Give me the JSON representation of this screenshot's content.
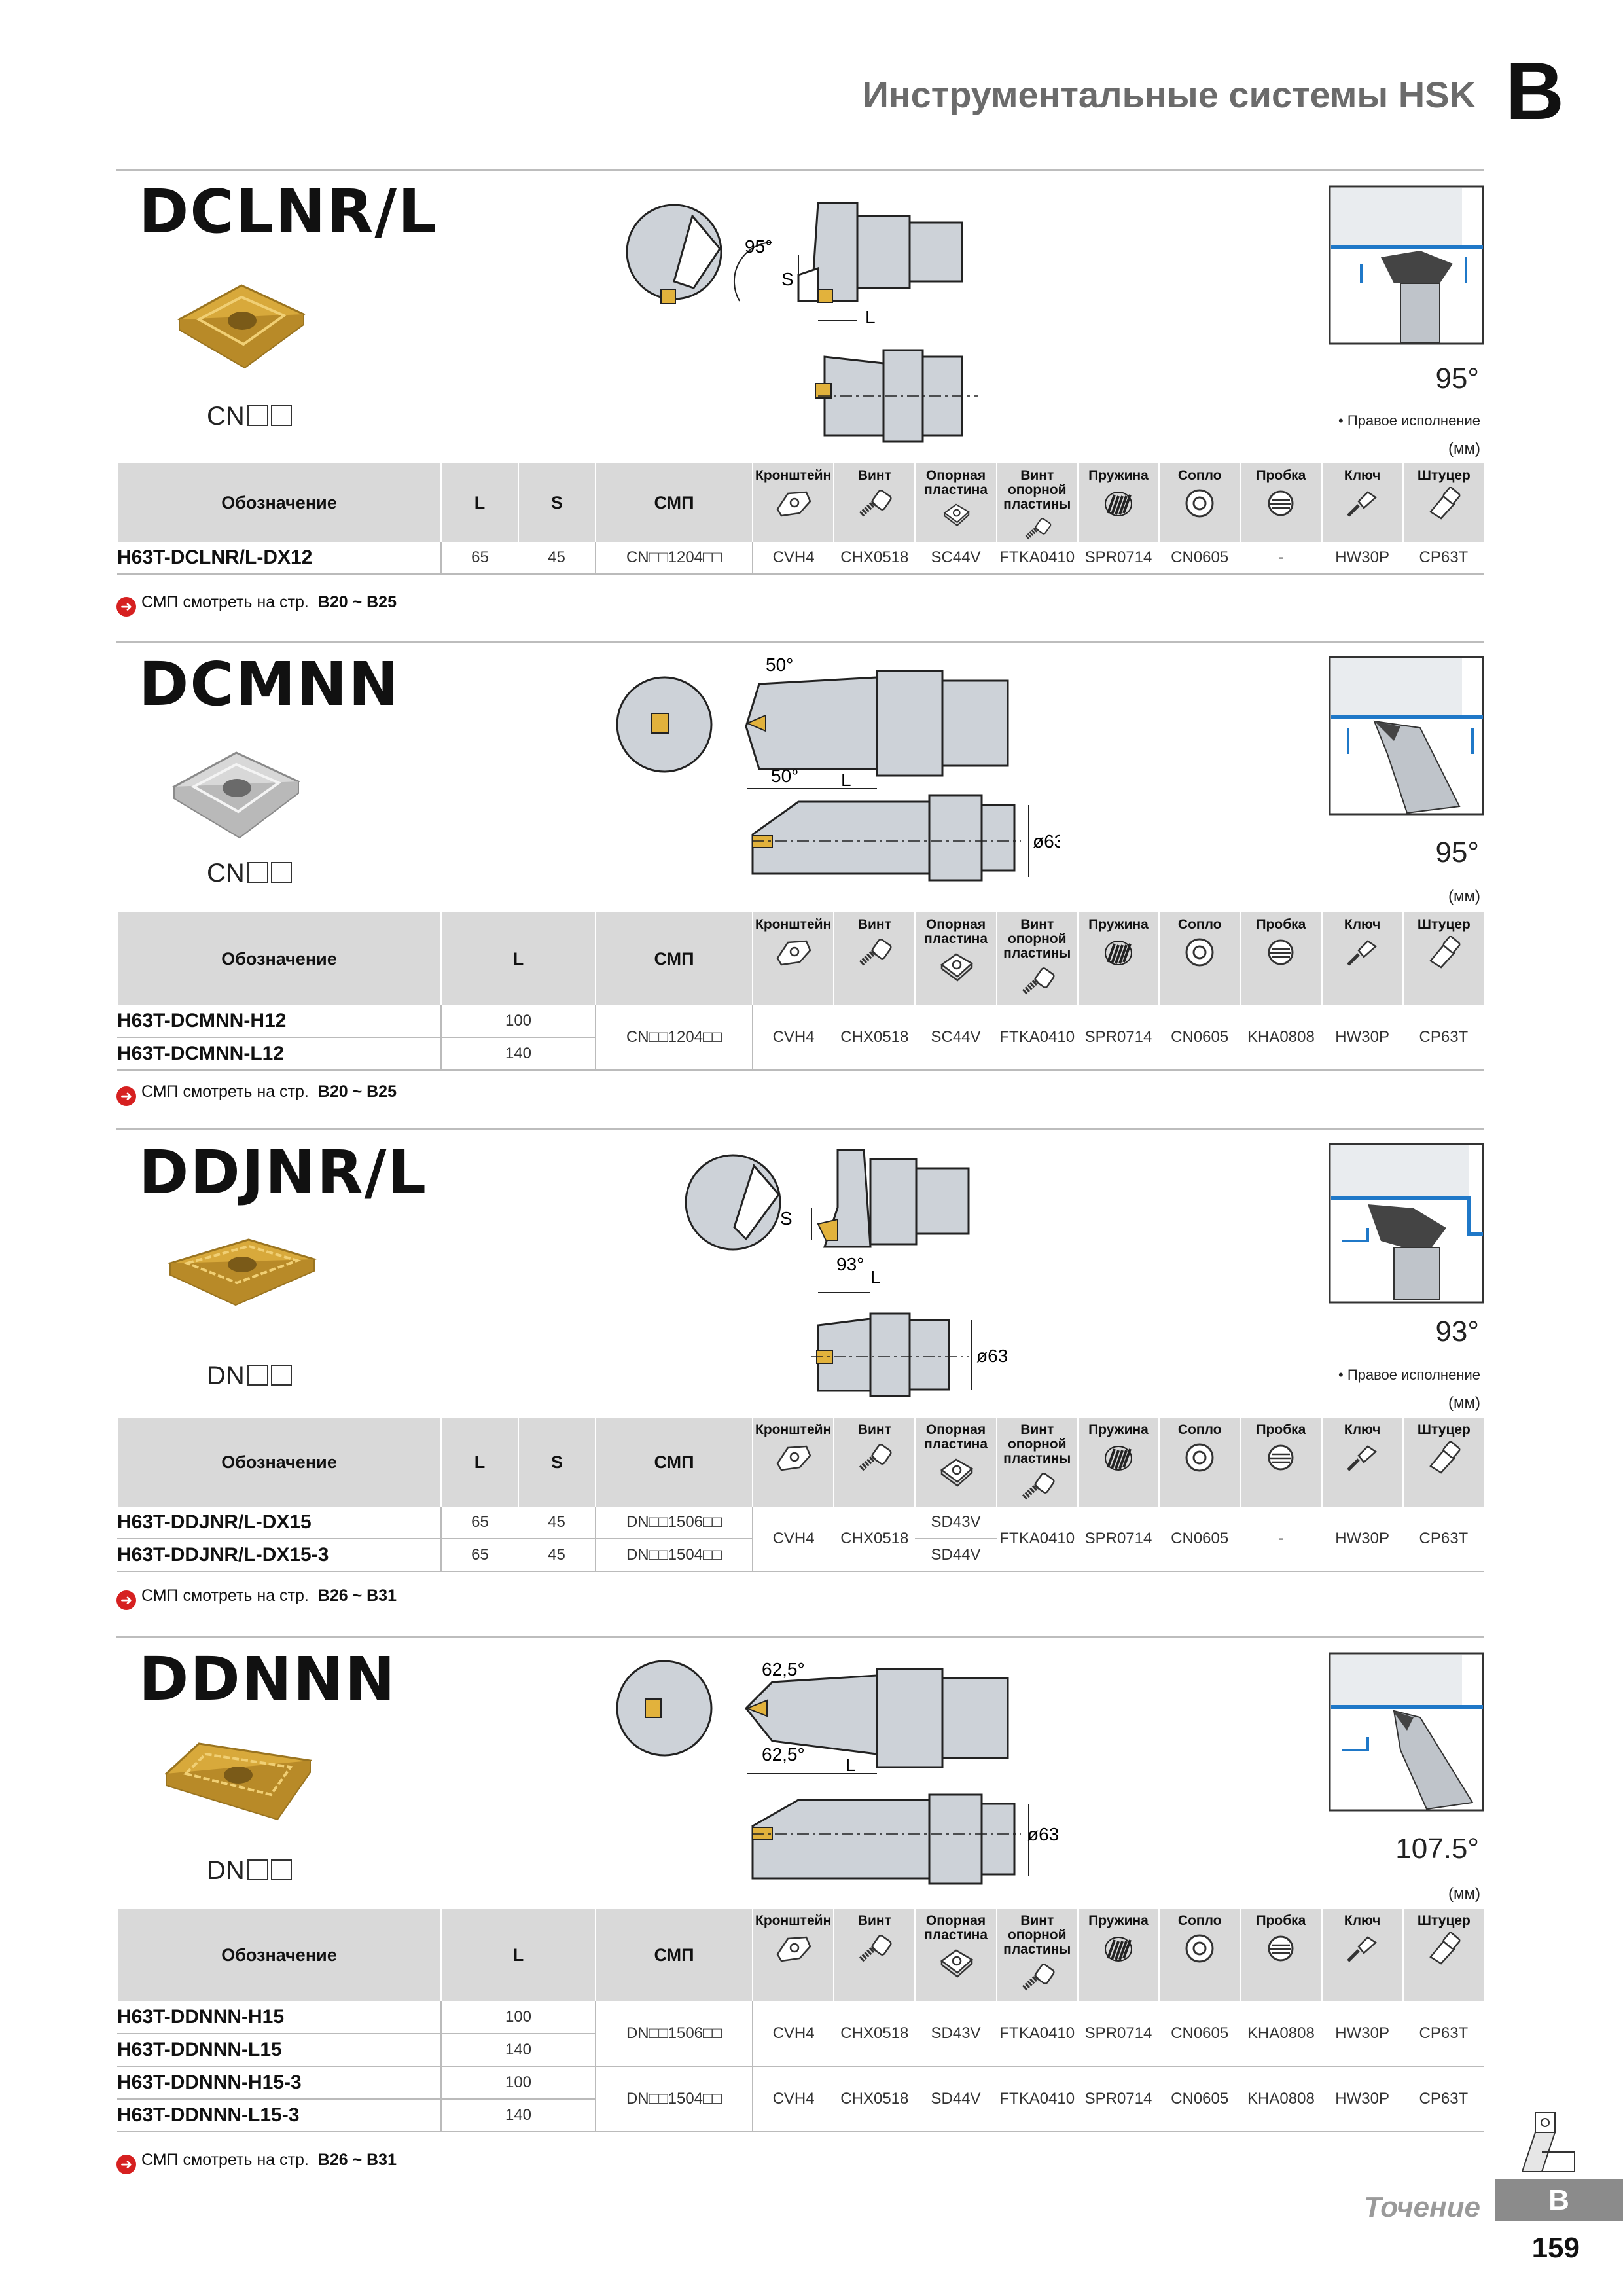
{
  "header": {
    "title": "Инструментальные системы HSK",
    "letter": "B"
  },
  "accessories_header": [
    "Кронштейн",
    "Винт",
    "Опорная пластина",
    "Винт опорной пластины",
    "Пружина",
    "Сопло",
    "Пробка",
    "Ключ",
    "Штуцер"
  ],
  "labels": {
    "designation": "Обозначение",
    "L": "L",
    "S": "S",
    "smp": "СМП",
    "mm": "(мм)",
    "right_version": "• Правое исполнение",
    "diameter": "ø63"
  },
  "sections": [
    {
      "code": "DCLNR/L",
      "insert": "CN",
      "angle": "95°",
      "note": "• Правое исполнение",
      "rows": [
        {
          "name": "H63T-DCLNR/L-DX12",
          "L": "65",
          "S": "45",
          "smp": "CN□□1204□□",
          "acc": [
            "CVH4",
            "CHX0518",
            "SC44V",
            "FTKA0410",
            "SPR0714",
            "CN0605",
            "-",
            "HW30P",
            "CP63T"
          ]
        }
      ],
      "ref": {
        "text": "СМП смотреть на стр.",
        "range": "B20 ~ B25"
      },
      "dims": {
        "a1": "95°",
        "s": "S",
        "l": "L"
      }
    },
    {
      "code": "DCMNN",
      "insert": "CN",
      "angle": "95°",
      "rows": [
        {
          "name": "H63T-DCMNN-H12",
          "L": "100"
        },
        {
          "name": "H63T-DCMNN-L12",
          "L": "140"
        }
      ],
      "group": {
        "smp": "CN□□1204□□",
        "acc": [
          "CVH4",
          "CHX0518",
          "SC44V",
          "FTKA0410",
          "SPR0714",
          "CN0605",
          "KHA0808",
          "HW30P",
          "CP63T"
        ]
      },
      "ref": {
        "text": "СМП смотреть на стр.",
        "range": "B20 ~ B25"
      },
      "dims": {
        "a1": "50°",
        "a2": "50°",
        "l": "L"
      }
    },
    {
      "code": "DDJNR/L",
      "insert": "DN",
      "angle": "93°",
      "note": "• Правое исполнение",
      "rows": [
        {
          "name": "H63T-DDJNR/L-DX15",
          "L": "65",
          "S": "45",
          "smp": "DN□□1506□□",
          "plate": "SD43V"
        },
        {
          "name": "H63T-DDJNR/L-DX15-3",
          "L": "65",
          "S": "45",
          "smp": "DN□□1504□□",
          "plate": "SD44V"
        }
      ],
      "group": {
        "acc": [
          "CVH4",
          "CHX0518",
          "",
          "FTKA0410",
          "SPR0714",
          "CN0605",
          "-",
          "HW30P",
          "CP63T"
        ]
      },
      "ref": {
        "text": "СМП смотреть на стр.",
        "range": "B26 ~ B31"
      },
      "dims": {
        "a1": "93°",
        "s": "S",
        "l": "L"
      }
    },
    {
      "code": "DDNNN",
      "insert": "DN",
      "angle": "107.5°",
      "rows": [
        {
          "name": "H63T-DDNNN-H15",
          "L": "100"
        },
        {
          "name": "H63T-DDNNN-L15",
          "L": "140"
        },
        {
          "name": "H63T-DDNNN-H15-3",
          "L": "100"
        },
        {
          "name": "H63T-DDNNN-L15-3",
          "L": "140"
        }
      ],
      "groups": [
        {
          "smp": "DN□□1506□□",
          "acc": [
            "CVH4",
            "CHX0518",
            "SD43V",
            "FTKA0410",
            "SPR0714",
            "CN0605",
            "KHA0808",
            "HW30P",
            "CP63T"
          ]
        },
        {
          "smp": "DN□□1504□□",
          "acc": [
            "CVH4",
            "CHX0518",
            "SD44V",
            "FTKA0410",
            "SPR0714",
            "CN0605",
            "KHA0808",
            "HW30P",
            "CP63T"
          ]
        }
      ],
      "ref": {
        "text": "СМП смотреть на стр.",
        "range": "B26 ~ B31"
      },
      "dims": {
        "a1": "62,5°",
        "a2": "62,5°",
        "l": "L"
      }
    }
  ],
  "footer": {
    "section": "Точение",
    "tab": "B",
    "page": "159"
  }
}
